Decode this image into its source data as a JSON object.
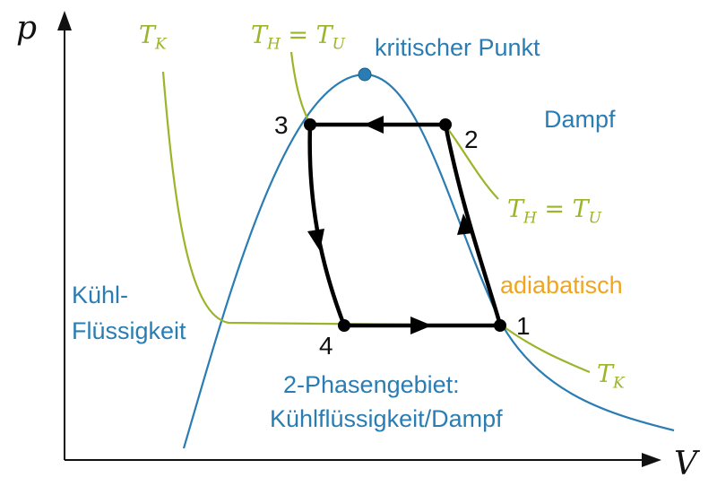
{
  "axes": {
    "y_label": "p",
    "x_label": "V"
  },
  "labels": {
    "critical_point": "kritischer Punkt",
    "vapor": "Dampf",
    "adiabatic": "adiabatisch",
    "liquid_line1": "Kühl-",
    "liquid_line2": "Flüssigkeit",
    "two_phase_line1": "2-Phasengebiet:",
    "two_phase_line2": "Kühlflüssigkeit/Dampf"
  },
  "isotherms": {
    "tk_T": "T",
    "tk_sub": "K",
    "th_T": "T",
    "th_sub": "H",
    "eq": " = ",
    "tu_T": "T",
    "tu_sub": "U"
  },
  "points": [
    "1",
    "2",
    "3",
    "4"
  ],
  "colors": {
    "dome": "#2a7db3",
    "isotherm": "#9ab52a",
    "adiabatic": "#f0a51e",
    "cycle": "#000000"
  }
}
